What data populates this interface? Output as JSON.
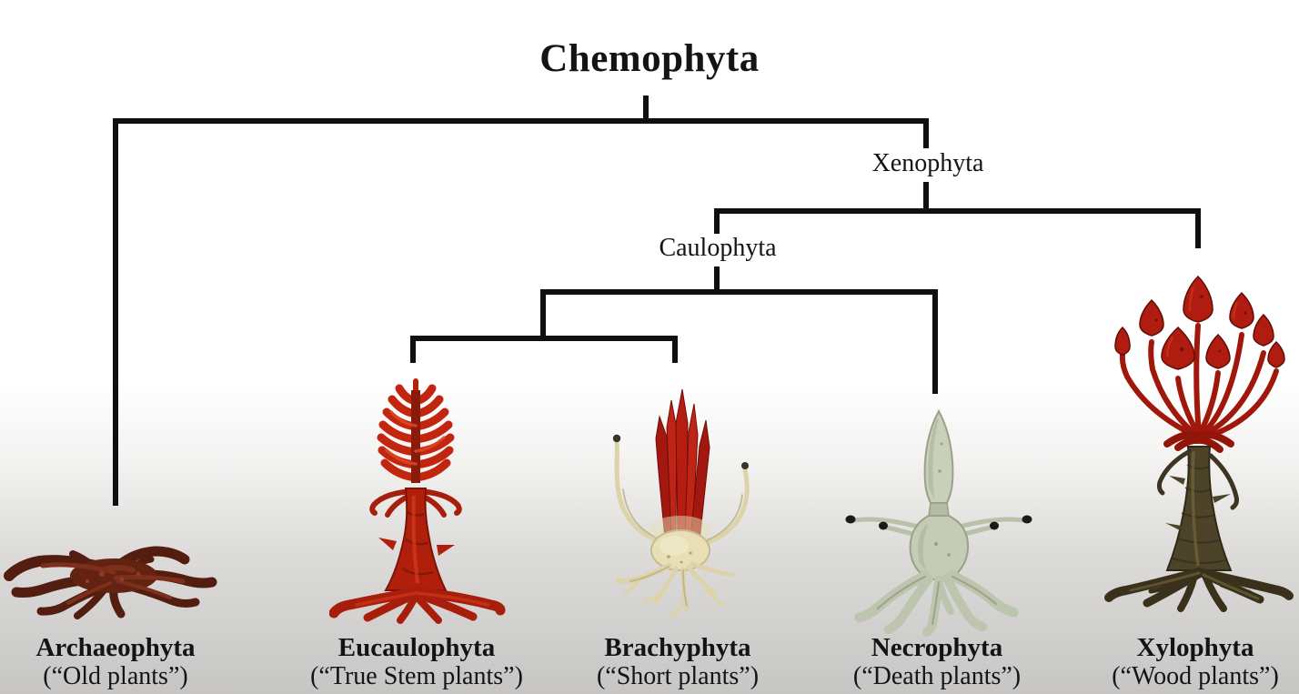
{
  "page": {
    "background_top_color": "#ffffff",
    "background_bottom_color": "#c7c6c4",
    "tree_line_color": "#0f0f0f"
  },
  "labels": {
    "title": "Chemophyta",
    "xenophyta": "Xenophyta",
    "caulophyta": "Caulophyta"
  },
  "taxa": [
    {
      "name": "Archaeophyta",
      "common_name": "(“Old plants”)",
      "illustration": "archaeophyta-plant",
      "main_color": "#6b2517"
    },
    {
      "name": "Eucaulophyta",
      "common_name": "(“True Stem plants”)",
      "illustration": "eucaulophyta-plant",
      "main_color": "#b8220c"
    },
    {
      "name": "Brachyphyta",
      "common_name": "(“Short plants”)",
      "illustration": "brachyphyta-plant",
      "main_color": "#b51d12"
    },
    {
      "name": "Necrophyta",
      "common_name": "(“Death plants”)",
      "illustration": "necrophyta-plant",
      "main_color": "#c4ccb5"
    },
    {
      "name": "Xylophyta",
      "common_name": "(“Wood plants”)",
      "illustration": "xylophyta-plant",
      "main_color": "#4d4329"
    }
  ],
  "tree": {
    "root": "Chemophyta",
    "topology": [
      {
        "node": "Chemophyta",
        "children": [
          "Archaeophyta",
          "Xenophyta"
        ]
      },
      {
        "node": "Xenophyta",
        "children": [
          "Caulophyta",
          "Xylophyta"
        ]
      },
      {
        "node": "Caulophyta",
        "children": [
          "Eucaulophyta-Brachyphyta-clade",
          "Necrophyta"
        ]
      },
      {
        "node": "Eucaulophyta-Brachyphyta-clade",
        "children": [
          "Eucaulophyta",
          "Brachyphyta"
        ]
      }
    ]
  }
}
